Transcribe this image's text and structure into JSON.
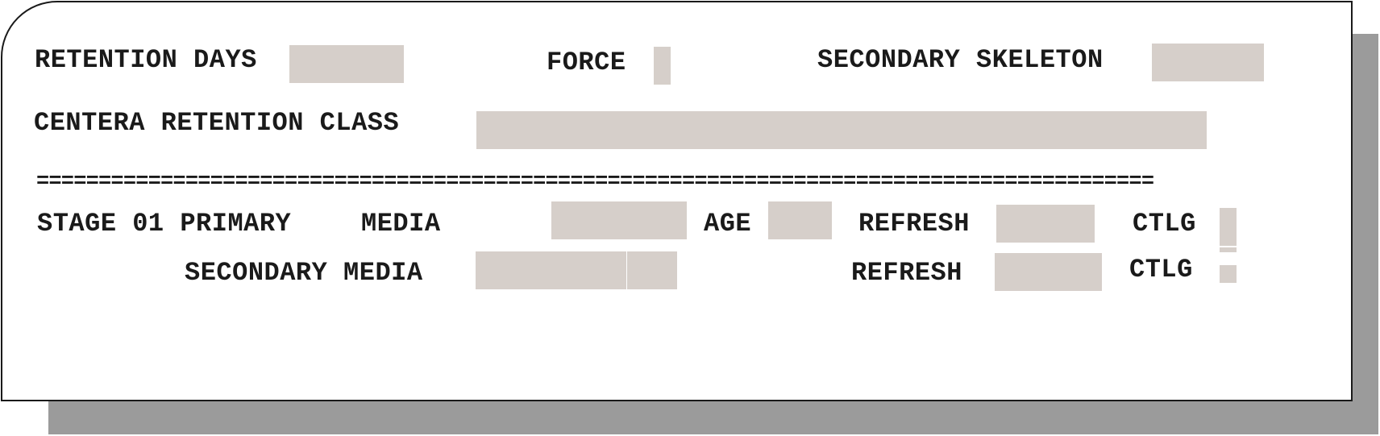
{
  "screen": {
    "row1": {
      "retention_days_label": "RETENTION DAYS",
      "force_label": "FORCE",
      "secondary_skeleton_label": "SECONDARY SKELETON"
    },
    "row2": {
      "centera_retention_class_label": "CENTERA RETENTION CLASS"
    },
    "separator": "==========================================================================================",
    "stage": {
      "primary_label": "STAGE 01 PRIMARY",
      "media_label": "MEDIA",
      "age_label": "AGE",
      "refresh_label": "REFRESH",
      "ctlg_label": "CTLG"
    },
    "secondary": {
      "secondary_media_label": "SECONDARY MEDIA",
      "refresh_label": "REFRESH",
      "ctlg_label": "CTLG"
    }
  },
  "colors": {
    "field_fill": "#d6cfca",
    "border": "#1a1a1a",
    "shadow": "#9b9b9b"
  }
}
